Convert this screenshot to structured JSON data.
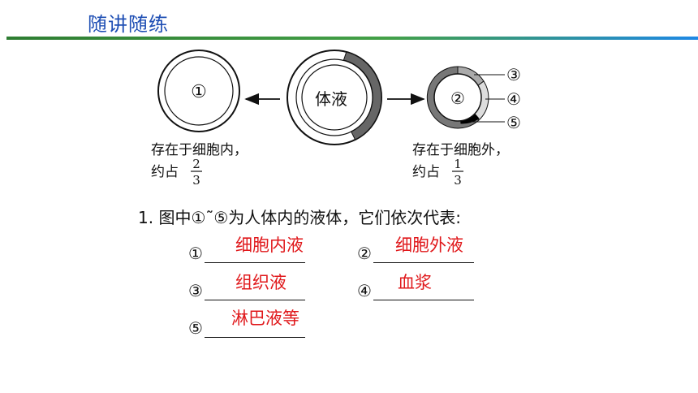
{
  "header": {
    "title": "随讲随练"
  },
  "diagram": {
    "circle1_label": "①",
    "center_label": "体液",
    "circle2_label": "②",
    "label3": "③",
    "label4": "④",
    "label5": "⑤",
    "left_caption_line1": "存在于细胞内，",
    "left_caption_line2_prefix": "约占",
    "left_fraction_num": "2",
    "left_fraction_den": "3",
    "right_caption_line1": "存在于细胞外，",
    "right_caption_line2_prefix": "约占",
    "right_fraction_num": "1",
    "right_fraction_den": "3"
  },
  "question": {
    "text": "1. 图中①˜⑤为人体内的液体，它们依次代表:",
    "items": [
      {
        "marker": "①",
        "answer": "细胞内液"
      },
      {
        "marker": "②",
        "answer": "细胞外液"
      },
      {
        "marker": "③",
        "answer": "组织液"
      },
      {
        "marker": "④",
        "answer": "血浆"
      },
      {
        "marker": "⑤",
        "answer": "淋巴液等"
      }
    ]
  },
  "colors": {
    "header_text": "#1f4fb4",
    "answer_text": "#e0181b"
  }
}
